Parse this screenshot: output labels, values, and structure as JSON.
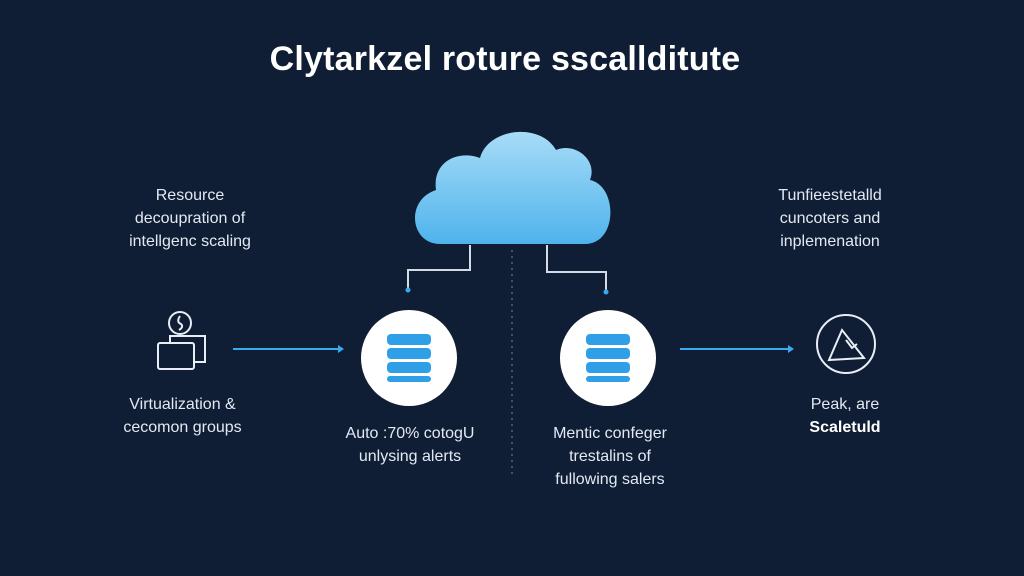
{
  "title": "Clytarkzel roture sscallditute",
  "top_left_text": [
    "Resource",
    "decoupration of",
    "intellgenc scaling"
  ],
  "top_right_text": [
    "Tunfieestetalld",
    "cuncoters and",
    "inplemenation"
  ],
  "nodes": {
    "left": {
      "icon": "document-clock-icon",
      "lines": [
        "Virtualization &",
        "cecomon groups"
      ]
    },
    "db1": {
      "icon": "database-icon",
      "lines": [
        "Auto :70% cotogU",
        "unlysing alerts"
      ]
    },
    "db2": {
      "icon": "database-icon",
      "lines": [
        "Mentic confeger",
        "trestalins of",
        "fullowing salers"
      ]
    },
    "right": {
      "icon": "mountain-chart-icon",
      "lines": [
        "Peak, are",
        "Scaletuld"
      ]
    }
  },
  "cloud_icon": "cloud-icon",
  "colors": {
    "background": "#0f1e35",
    "accent": "#39a9f0",
    "cloud": "#6cc2ef",
    "node": "#ffffff"
  }
}
